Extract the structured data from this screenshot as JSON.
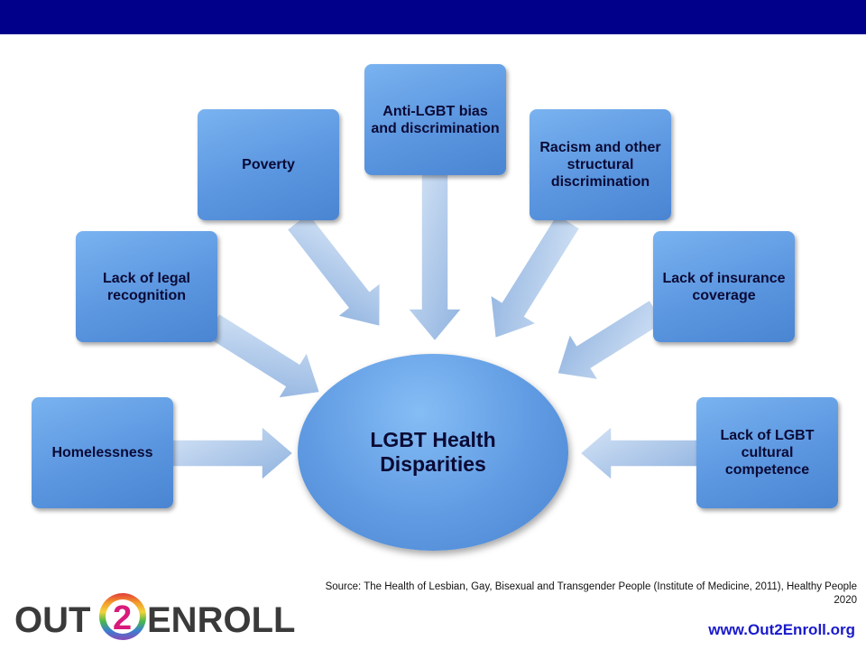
{
  "center": {
    "label": "LGBT Health Disparities"
  },
  "nodes": [
    {
      "id": "homelessness",
      "label": "Homelessness"
    },
    {
      "id": "legal",
      "label": "Lack of legal recognition"
    },
    {
      "id": "poverty",
      "label": "Poverty"
    },
    {
      "id": "anti_lgbt",
      "label": "Anti-LGBT bias and discrimination"
    },
    {
      "id": "racism",
      "label": "Racism and other structural discrimination"
    },
    {
      "id": "insurance",
      "label": "Lack of insurance coverage"
    },
    {
      "id": "competence",
      "label": "Lack of LGBT cultural competence"
    }
  ],
  "source_text": "Source: The Health of Lesbian, Gay, Bisexual and Transgender People (Institute of Medicine, 2011), Healthy People 2020",
  "footer": {
    "url": "www.Out2Enroll.org",
    "logo_text": "OUT2ENROLL"
  },
  "colors": {
    "top_bar": "#00008b",
    "node_fill": "#5b96e0",
    "arrow_fill": "#a9c6ea",
    "url_color": "#1a1acc"
  }
}
